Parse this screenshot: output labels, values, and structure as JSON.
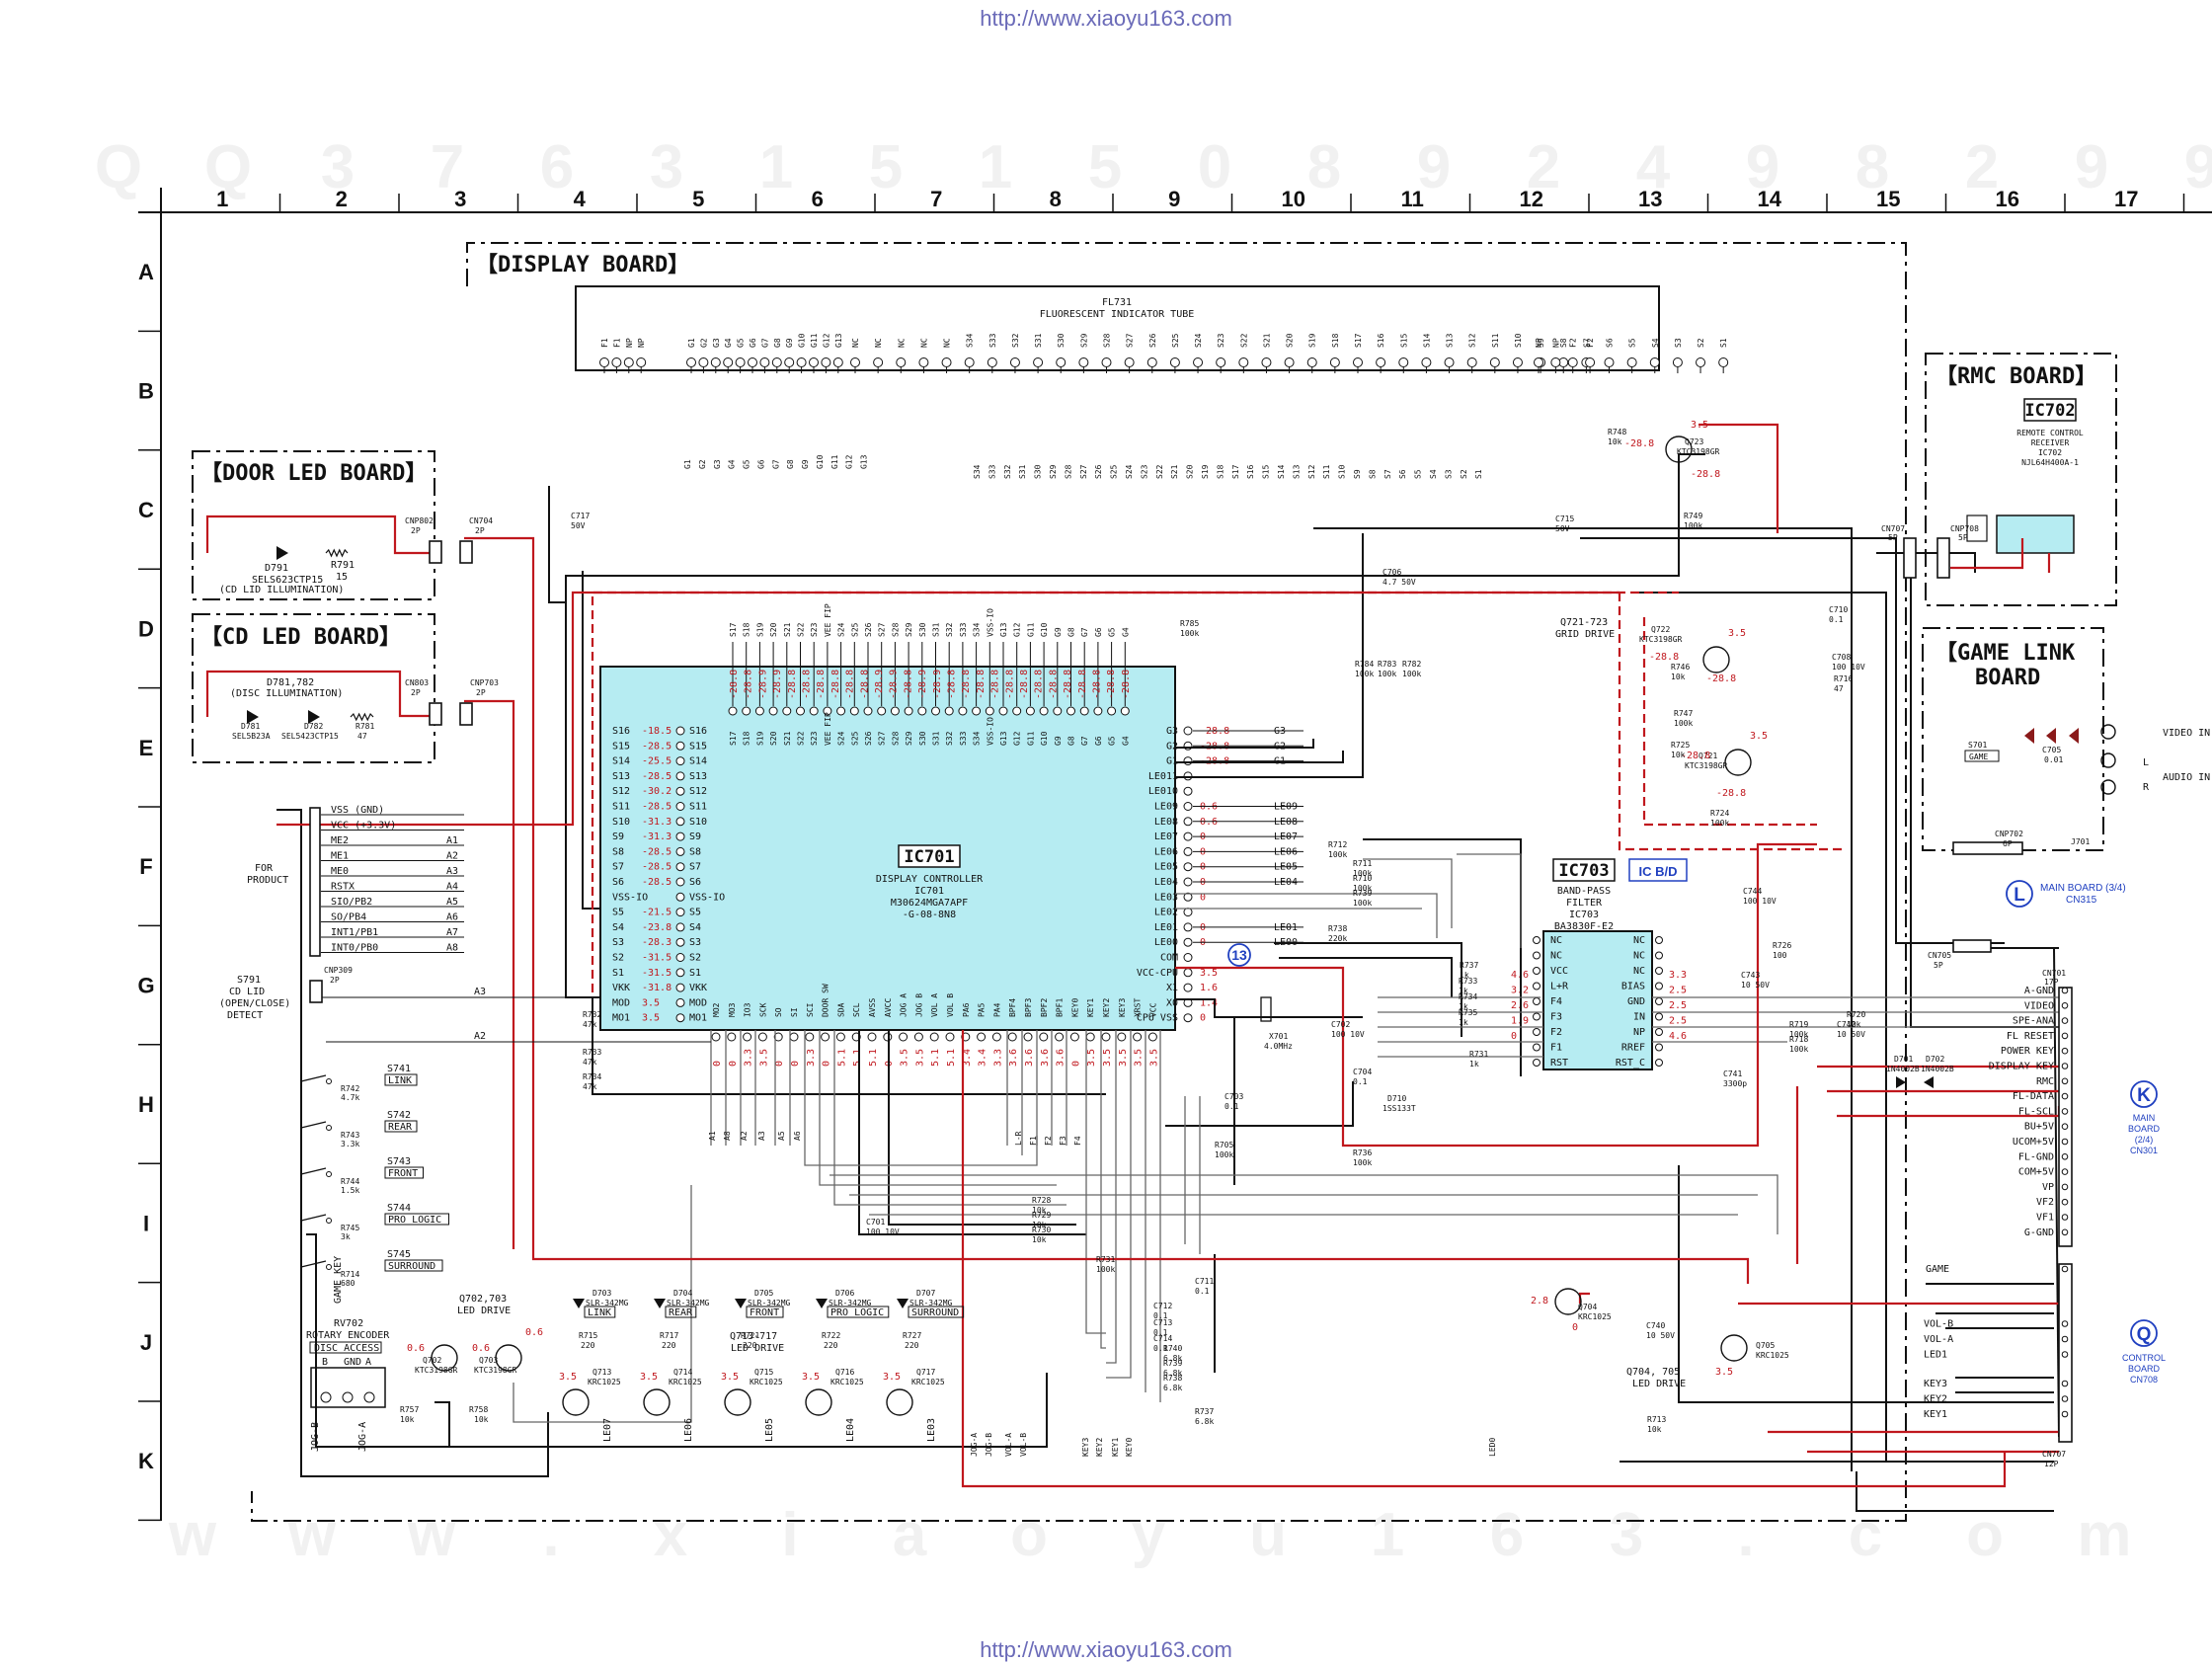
{
  "url_header": "http://www.xiaoyu163.com",
  "url_footer": "http://www.xiaoyu163.com",
  "watermark_numbers": [
    "Q",
    "Q",
    "3",
    "7",
    "6",
    "3",
    "1",
    "5",
    "1",
    "5",
    "0",
    "8",
    "9",
    "2",
    "4",
    "9",
    "8",
    "2",
    "9",
    "9"
  ],
  "watermark_bottom": [
    "w",
    "w",
    "w",
    ".",
    "x",
    "i",
    "a",
    "o",
    "y",
    "u",
    "1",
    "6",
    "3",
    ".",
    "c",
    "o",
    "m"
  ],
  "grid_columns": [
    "1",
    "2",
    "3",
    "4",
    "5",
    "6",
    "7",
    "8",
    "9",
    "10",
    "11",
    "12",
    "13",
    "14",
    "15",
    "16",
    "17"
  ],
  "grid_rows": [
    "A",
    "B",
    "C",
    "D",
    "E",
    "F",
    "G",
    "H",
    "I",
    "J",
    "K"
  ],
  "boards": {
    "display": "【DISPLAY BOARD】",
    "door_led": "【DOOR LED BOARD】",
    "cd_led": "【CD LED BOARD】",
    "rmc": "【RMC BOARD】",
    "game_link_1": "【GAME LINK",
    "game_link_2": "BOARD"
  },
  "fl731": {
    "ref": "FL731",
    "name": "FLUORESCENT INDICATOR TUBE"
  },
  "ic701": {
    "ref": "IC701",
    "line1": "DISPLAY CONTROLLER",
    "line2": "IC701",
    "line3": "M30624MGA7APF",
    "line4": "-G-08-8N8"
  },
  "ic702": {
    "ref": "IC702",
    "line1": "REMOTE CONTROL",
    "line2": "RECEIVER",
    "line3": "IC702",
    "line4": "NJL64H400A-1"
  },
  "ic703": {
    "ref": "IC703",
    "tag": "IC B/D",
    "line1": "BAND-PASS",
    "line2": "FILTER",
    "line3": "IC703",
    "line4": "BA3830F-E2"
  },
  "ic703_left_pins": [
    "NC",
    "NC",
    "VCC",
    "L+R",
    "F4",
    "F3",
    "F2",
    "F1",
    "RST"
  ],
  "ic703_right_pins": [
    "NC",
    "NC",
    "NC",
    "BIAS",
    "GND",
    "IN",
    "NP",
    "RREF",
    "RST_C"
  ],
  "ic701_left_labels": [
    "S16",
    "S15",
    "S14",
    "S13",
    "S12",
    "S11",
    "S10",
    "S9",
    "S8",
    "S7",
    "S6",
    "VSS-IO",
    "S5",
    "S4",
    "S3",
    "S2",
    "S1",
    "VKK",
    "MOD",
    "MO1"
  ],
  "ic701_left_volts": [
    "-18.5",
    "-28.5",
    "-25.5",
    "-28.5",
    "-30.2",
    "-28.5",
    "-31.3",
    "-31.3",
    "-28.5",
    "-28.5",
    "-28.5",
    "",
    "-21.5",
    "-23.8",
    "-28.3",
    "-31.5",
    "-31.5",
    "-31.8",
    "3.5",
    "3.5"
  ],
  "ic701_right_labels": [
    "G3",
    "G2",
    "G1",
    "LE011",
    "LE010",
    "LE09",
    "LE08",
    "LE07",
    "LE06",
    "LE05",
    "LE04",
    "LE03",
    "LE02",
    "LE01",
    "LE00",
    "COM",
    "VCC-CPU",
    "X1",
    "X0",
    "CPU VSS"
  ],
  "ic701_right_volts": [
    "-28.8",
    "-28.8",
    "-28.8",
    "",
    "",
    "0.6",
    "0.6",
    "0",
    "0",
    "0",
    "0",
    "0",
    "",
    "0",
    "0",
    "",
    "3.5",
    "1.6",
    "1.4",
    "0"
  ],
  "ic701_right_nets": [
    "G3",
    "G2",
    "G1",
    "",
    "",
    "LE09",
    "LE08",
    "LE07",
    "LE06",
    "LE05",
    "LE04",
    "",
    "",
    "LE01",
    "LE00",
    "",
    "",
    "",
    "",
    ""
  ],
  "ic701_top_labels": [
    "S17",
    "S18",
    "S19",
    "S20",
    "S21",
    "S22",
    "S23",
    "VEE FIP",
    "S24",
    "S25",
    "S26",
    "S27",
    "S28",
    "S29",
    "S30",
    "S31",
    "S32",
    "S33",
    "S34",
    "VSS-IO",
    "G13",
    "G12",
    "G11",
    "G10",
    "G9",
    "G8",
    "G7",
    "G6",
    "G5",
    "G4"
  ],
  "ic701_bottom_labels": [
    "MO2",
    "MO3",
    "IO3",
    "SCK",
    "SO",
    "SI",
    "SCI",
    "DOOR SW",
    "SDA",
    "SCL",
    "AVSS",
    "AVCC",
    "JOG A",
    "JOG B",
    "VOL A",
    "VOL B",
    "PA6",
    "PA5",
    "PA4",
    "BPF4",
    "BPF3",
    "BPF2",
    "BPF1",
    "KEY0",
    "KEY1",
    "KEY2",
    "KEY3",
    "XRST",
    "VCC"
  ],
  "fl_pins_left": [
    "F1",
    "F1",
    "NP",
    "NP"
  ],
  "fl_pins_grid": [
    "G1",
    "G2",
    "G3",
    "G4",
    "G5",
    "G6",
    "G7",
    "G8",
    "G9",
    "G10",
    "G11",
    "G12",
    "G13"
  ],
  "fl_pins_seg": [
    "NC",
    "NC",
    "NC",
    "NC",
    "NC",
    "S34",
    "S33",
    "S32",
    "S31",
    "S30",
    "S29",
    "S28",
    "S27",
    "S26",
    "S25",
    "S24",
    "S23",
    "S22",
    "S21",
    "S20",
    "S19",
    "S18",
    "S17",
    "S16",
    "S15",
    "S14",
    "S13",
    "S12",
    "S11",
    "S10",
    "S9",
    "S8",
    "S7",
    "S6",
    "S5",
    "S4",
    "S3",
    "S2",
    "S1"
  ],
  "fl_pins_right": [
    "NP",
    "NP",
    "F2",
    "F2"
  ],
  "door_led": {
    "part": "D791",
    "desc1": "SELS623CTP15",
    "desc2": "(CD LID ILLUMINATION)",
    "res": "R791",
    "res_val": "15",
    "conn": "CNP802",
    "conn_pins": "2P",
    "conn2": "CN704",
    "conn2_pins": "2P"
  },
  "cd_led": {
    "part": "D781,782",
    "desc": "(DISC ILLUMINATION)",
    "d781": "D781",
    "d781_part": "SEL5B23A",
    "d782": "D782",
    "d782_part": "SEL5423CTP15",
    "res": "R781",
    "res_val": "47",
    "conn": "CN803",
    "conn_pins": "2P",
    "conn2": "CNP703",
    "conn2_pins": "2P"
  },
  "for_product": {
    "title": "FOR PRODUCT",
    "lines": [
      "VSS (GND)",
      "VCC (+3.3V)",
      "ME2",
      "ME1",
      "ME0",
      "RSTX",
      "SIO/PB2",
      "SO/PB4",
      "INT1/PB1",
      "INT0/PB0"
    ],
    "tags": [
      "A1",
      "A2",
      "A3",
      "A4",
      "A5",
      "A6",
      "A7",
      "A8"
    ]
  },
  "s791": {
    "ref": "S791",
    "l1": "CD LID",
    "l2": "(OPEN/CLOSE)",
    "l3": "DETECT",
    "conn": "CNP309",
    "conn_pins": "2P"
  },
  "switches": [
    {
      "ref": "S741",
      "label": "LINK"
    },
    {
      "ref": "S742",
      "label": "REAR"
    },
    {
      "ref": "S743",
      "label": "FRONT"
    },
    {
      "ref": "S744",
      "label": "PRO LOGIC"
    },
    {
      "ref": "S745",
      "label": "SURROUND"
    }
  ],
  "resistor_ladder": [
    {
      "ref": "R742",
      "val": "4.7k"
    },
    {
      "ref": "R743",
      "val": "3.3k"
    },
    {
      "ref": "R744",
      "val": "1.5k"
    },
    {
      "ref": "R745",
      "val": "3k"
    },
    {
      "ref": "R714",
      "val": "680"
    }
  ],
  "rotary": {
    "ref": "RV702",
    "l1": "ROTARY ENCODER",
    "l2": "DISC ACCESS",
    "pins": [
      "B",
      "GND",
      "A"
    ],
    "nets": [
      "JOG-B",
      "JOG-A"
    ]
  },
  "game_key": "GAME KEY",
  "led_drive_left": {
    "ref": "Q702,703",
    "l1": "LED DRIVE",
    "q702": "Q702",
    "q702_part": "KTC3198GR",
    "q703": "Q703",
    "q703_part": "KTC3198GR",
    "v1": "0.6",
    "v2": "0.6",
    "v3": "0.6"
  },
  "leds": [
    {
      "ref": "D703",
      "part": "SLR-342MG",
      "label": "LINK",
      "res": "R715",
      "val": "220",
      "q": "Q713",
      "qpart": "KRC1025",
      "v": "3.5",
      "net": "LE07"
    },
    {
      "ref": "D704",
      "part": "SLR-342MG",
      "label": "REAR",
      "res": "R717",
      "val": "220",
      "q": "Q714",
      "qpart": "KRC1025",
      "v": "3.5",
      "net": "LE06"
    },
    {
      "ref": "D705",
      "part": "SLR-342MG",
      "label": "FRONT",
      "res": "R721",
      "val": "220",
      "q": "Q715",
      "qpart": "KRC1025",
      "v": "3.5",
      "net": "LE05"
    },
    {
      "ref": "D706",
      "part": "SLR-342MG",
      "label": "PRO LOGIC",
      "res": "R722",
      "val": "220",
      "q": "Q716",
      "qpart": "KRC1025",
      "v": "3.5",
      "net": "LE04"
    },
    {
      "ref": "D707",
      "part": "SLR-342MG",
      "label": "SURROUND",
      "res": "R727",
      "val": "220",
      "q": "Q717",
      "qpart": "KRC1025",
      "v": "3.5",
      "net": "LE03"
    }
  ],
  "led_drive_mid": {
    "ref": "Q713-717",
    "l1": "LED DRIVE"
  },
  "grid_drive": {
    "ref": "Q721-723",
    "l1": "GRID DRIVE",
    "q721": "Q721",
    "q721_part": "KTC3198GR",
    "q722": "Q722",
    "q722_part": "KTC3198GR",
    "q723": "Q723",
    "q723_part": "KTC3198GR"
  },
  "led_drive_right": {
    "ref": "Q704,705",
    "l1": "LED DRIVE",
    "q704": "Q704",
    "q704_part": "KRC1025",
    "q705": "Q705",
    "q705_part": "KRC1025",
    "v1": "2.8",
    "v2": "0",
    "v3": "3.5"
  },
  "xtal": {
    "ref": "X701",
    "val": "4.0MHz"
  },
  "circle_13": "13",
  "cn707": {
    "ref": "CN707",
    "pins": "5P",
    "cnp708": "CNP708",
    "cnp708_pins": "5P"
  },
  "cn705": {
    "ref": "CN705",
    "pins": "5P"
  },
  "cn701_labels": [
    "A-GND",
    "VIDEO",
    "SPE-ANA",
    "FL RESET",
    "POWER KEY",
    "DISPLAY KEY",
    "RMC",
    "FL-DATA",
    "FL-SCL",
    "BU+5V",
    "UCOM+5V",
    "FL-GND",
    "COM+5V",
    "VP",
    "VF2",
    "VF1",
    "G-GND"
  ],
  "cn701": {
    "ref": "CN701",
    "pins": "17P"
  },
  "cn707b_labels": [
    "GAME",
    "VOL-B",
    "VOL-A",
    "LED1",
    "KEY3",
    "KEY2",
    "KEY1"
  ],
  "cn707b": {
    "ref": "CN707",
    "pins": "12P"
  },
  "cnp702": {
    "ref": "CNP702",
    "pins": "6P",
    "j701": "J701"
  },
  "game_link": {
    "s701": "S701",
    "s701_label": "GAME",
    "c705": "C705",
    "c705_val": "0.01",
    "video_in": "VIDEO IN",
    "audio_in": "AUDIO IN",
    "l": "L",
    "r": "R"
  },
  "markers": {
    "L_letter": "L",
    "L_t1": "MAIN BOARD (3/4)",
    "L_t2": "CN315",
    "K_letter": "K",
    "K_t1": "MAIN",
    "K_t2": "BOARD",
    "K_t3": "(2/4)",
    "K_t4": "CN301",
    "Q_letter": "Q",
    "Q_t1": "CONTROL",
    "Q_t2": "BOARD",
    "Q_t3": "CN708"
  },
  "diodes": {
    "d701": "D701",
    "d701_part": "1N4002B",
    "d702": "D702",
    "d702_part": "1N4002B",
    "d710": "D710",
    "d710_part": "1SS133T"
  },
  "caps": [
    {
      "ref": "C717",
      "val": "50V"
    },
    {
      "ref": "C715",
      "val": "50V"
    },
    {
      "ref": "C706",
      "val": "4.7 50V"
    },
    {
      "ref": "C710",
      "val": "0.1"
    },
    {
      "ref": "C708",
      "val": "100 10V"
    },
    {
      "ref": "C701",
      "val": "100 10V"
    },
    {
      "ref": "C703",
      "val": "0.1"
    },
    {
      "ref": "C702",
      "val": "100 10V"
    },
    {
      "ref": "C704",
      "val": "0.1"
    },
    {
      "ref": "C711",
      "val": "0.1"
    },
    {
      "ref": "C712",
      "val": "0.1"
    },
    {
      "ref": "C713",
      "val": "0.1"
    },
    {
      "ref": "C714",
      "val": "0.1"
    },
    {
      "ref": "C740",
      "val": "10 50V"
    },
    {
      "ref": "C741",
      "val": "3300p"
    },
    {
      "ref": "C742",
      "val": "10 50V"
    },
    {
      "ref": "C743",
      "val": "10 50V"
    },
    {
      "ref": "C744",
      "val": "100 10V"
    }
  ],
  "resistors": [
    {
      "ref": "R748",
      "val": "10k"
    },
    {
      "ref": "R749",
      "val": "100k"
    },
    {
      "ref": "R746",
      "val": "10k"
    },
    {
      "ref": "R747",
      "val": "100k"
    },
    {
      "ref": "R725",
      "val": "10k"
    },
    {
      "ref": "R724",
      "val": "100k"
    },
    {
      "ref": "R785",
      "val": "100k"
    },
    {
      "ref": "R784",
      "val": "100k"
    },
    {
      "ref": "R783",
      "val": "100k"
    },
    {
      "ref": "R782",
      "val": "100k"
    },
    {
      "ref": "R712",
      "val": "100k"
    },
    {
      "ref": "R711",
      "val": "100k"
    },
    {
      "ref": "R710",
      "val": "100k"
    },
    {
      "ref": "R739",
      "val": "100k"
    },
    {
      "ref": "R738",
      "val": "220k"
    },
    {
      "ref": "R737",
      "val": "1k"
    },
    {
      "ref": "R733",
      "val": "1k"
    },
    {
      "ref": "R734",
      "val": "1k"
    },
    {
      "ref": "R735",
      "val": "1k"
    },
    {
      "ref": "R731",
      "val": "1k"
    },
    {
      "ref": "R732",
      "val": "47k"
    },
    {
      "ref": "R733b",
      "val": "47k"
    },
    {
      "ref": "R734b",
      "val": "47k"
    },
    {
      "ref": "R705",
      "val": "100k"
    },
    {
      "ref": "R720",
      "val": "10k"
    },
    {
      "ref": "R719",
      "val": "100k"
    },
    {
      "ref": "R718",
      "val": "100k"
    },
    {
      "ref": "R716",
      "val": "47"
    },
    {
      "ref": "R726",
      "val": "100"
    },
    {
      "ref": "R736",
      "val": "100k"
    },
    {
      "ref": "R728",
      "val": "10k"
    },
    {
      "ref": "R729",
      "val": "10k"
    },
    {
      "ref": "R730",
      "val": "10k"
    },
    {
      "ref": "R731b",
      "val": "100k"
    },
    {
      "ref": "R740",
      "val": "6.8k"
    },
    {
      "ref": "R739b",
      "val": "6.8k"
    },
    {
      "ref": "R738b",
      "val": "6.8k"
    },
    {
      "ref": "R737b",
      "val": "6.8k"
    },
    {
      "ref": "R757",
      "val": "10k"
    },
    {
      "ref": "R758",
      "val": "10k"
    },
    {
      "ref": "R713",
      "val": "10k"
    }
  ],
  "ic703_left_volts": [
    "4.6",
    "3.2",
    "2.6",
    "1.9",
    "0"
  ],
  "ic703_right_volts": [
    "3.3",
    "2.5",
    "2.5",
    "2.5",
    "4.6"
  ],
  "grid_volts": [
    "3.5",
    "-28.8",
    "-28.8",
    "3.5",
    "-28.8",
    "-28.8",
    "3.5",
    "-28.8",
    "-28.8"
  ],
  "bottom_nets": [
    "A1",
    "A8",
    "A2",
    "A3",
    "A5",
    "A6",
    "L-R",
    "F1",
    "F2",
    "F3",
    "F4",
    "JOG-A",
    "JOG-B",
    "VOL-A",
    "VOL-B",
    "KEY3",
    "KEY2",
    "KEY1",
    "KEY0",
    "LED0"
  ],
  "left_nets": [
    "A3",
    "A2"
  ],
  "ic701_bottom_volts": [
    "0",
    "0",
    "3.3",
    "3.5",
    "0",
    "0",
    "3.3",
    "0",
    "5.1",
    "5.1",
    "5.1",
    "0",
    "3.5",
    "3.5",
    "5.1",
    "5.1",
    "3.4",
    "3.4",
    "3.3",
    "3.6",
    "3.6",
    "3.6",
    "3.6",
    "0",
    "3.5",
    "3.5",
    "3.5",
    "3.5",
    "3.5"
  ],
  "top_seg_volts": [
    "-28.8",
    "-28.8",
    "-28.9",
    "-28.9",
    "-28.8",
    "-28.8",
    "-28.8",
    "-28.8",
    "-28.8",
    "-28.8",
    "-28.9",
    "-28.9",
    "-28.8",
    "-28.9",
    "-28.9",
    "-28.8",
    "-28.8",
    "-28.8",
    "-28.8",
    "-28.8",
    "-28.8",
    "-28.8",
    "-28.8",
    "-28.8",
    "-28.8",
    "-28.8",
    "-28.8",
    "-28.8"
  ]
}
